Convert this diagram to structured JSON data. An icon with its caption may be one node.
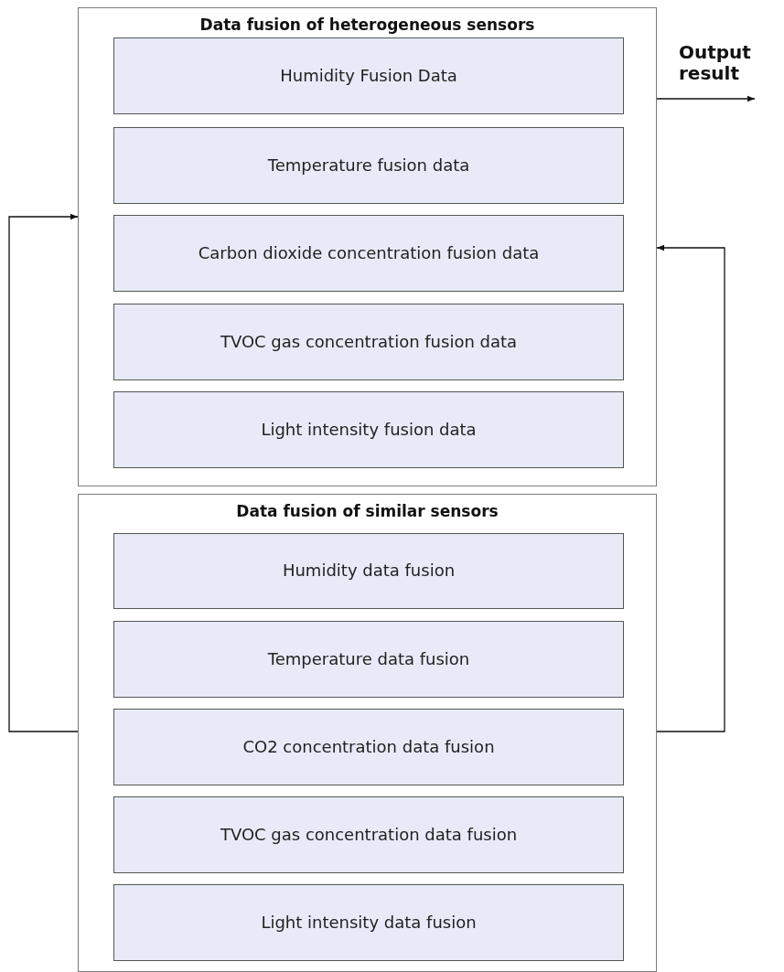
{
  "diagram": {
    "nodes": [
      {
        "text": [
          "Data fusion of heterogeneous sensors"
        ]
      },
      {
        "text": [
          "Humidity Fusion Data"
        ],
        "in": 0
      },
      {
        "text": [
          "Temperature fusion data"
        ],
        "in": 0
      },
      {
        "text": [
          "Carbon dioxide concentration fusion data"
        ],
        "in": 0
      },
      {
        "text": [
          "TVOC gas concentration fusion data"
        ],
        "in": 0
      },
      {
        "text": [
          "Light intensity fusion data"
        ],
        "in": 0
      },
      {
        "text": [
          "Data fusion of similar sensors"
        ]
      },
      {
        "text": [
          "Humidity data fusion"
        ],
        "in": 6
      },
      {
        "text": [
          "Temperature data fusion"
        ],
        "in": 6
      },
      {
        "text": [
          "CO2 concentration data fusion"
        ],
        "in": 6
      },
      {
        "text": [
          "TVOC gas concentration data fusion"
        ],
        "in": 6
      },
      {
        "text": [
          "Light intensity data fusion"
        ],
        "in": 6
      }
    ],
    "edges": [
      {
        "from": 6,
        "to": 0,
        "arrow": "to"
      },
      {
        "from": 6,
        "to": 0,
        "arrow": "to"
      },
      {
        "from": 0,
        "to": null,
        "arrow": "to",
        "label": "Output result"
      }
    ]
  }
}
